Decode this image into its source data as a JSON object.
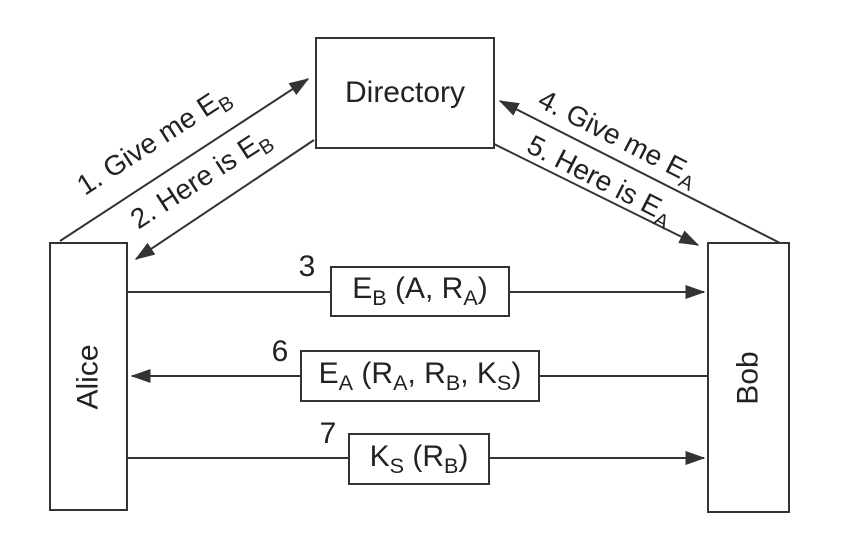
{
  "figure": {
    "entities": {
      "directory": "Directory",
      "alice": "Alice",
      "bob": "Bob"
    },
    "exchange_labels": {
      "l1": [
        "1. Give me E",
        "B"
      ],
      "l2": [
        "2. Here is E",
        "B"
      ],
      "l4": [
        "4. Give me E",
        "A"
      ],
      "l5": [
        "5. Here is E",
        "A"
      ]
    },
    "messages": {
      "m3": {
        "num": "3",
        "parts": [
          "E",
          "B",
          " (A, R",
          "A",
          ")"
        ]
      },
      "m6": {
        "num": "6",
        "parts": [
          "E",
          "A",
          " (R",
          "A",
          ", R",
          "B",
          ", K",
          "S",
          ")"
        ]
      },
      "m7": {
        "num": "7",
        "parts": [
          "K",
          "S",
          " (R",
          "B",
          ")"
        ]
      }
    },
    "colors": {
      "line": "#333333",
      "text": "#222222",
      "background": "#ffffff"
    }
  }
}
